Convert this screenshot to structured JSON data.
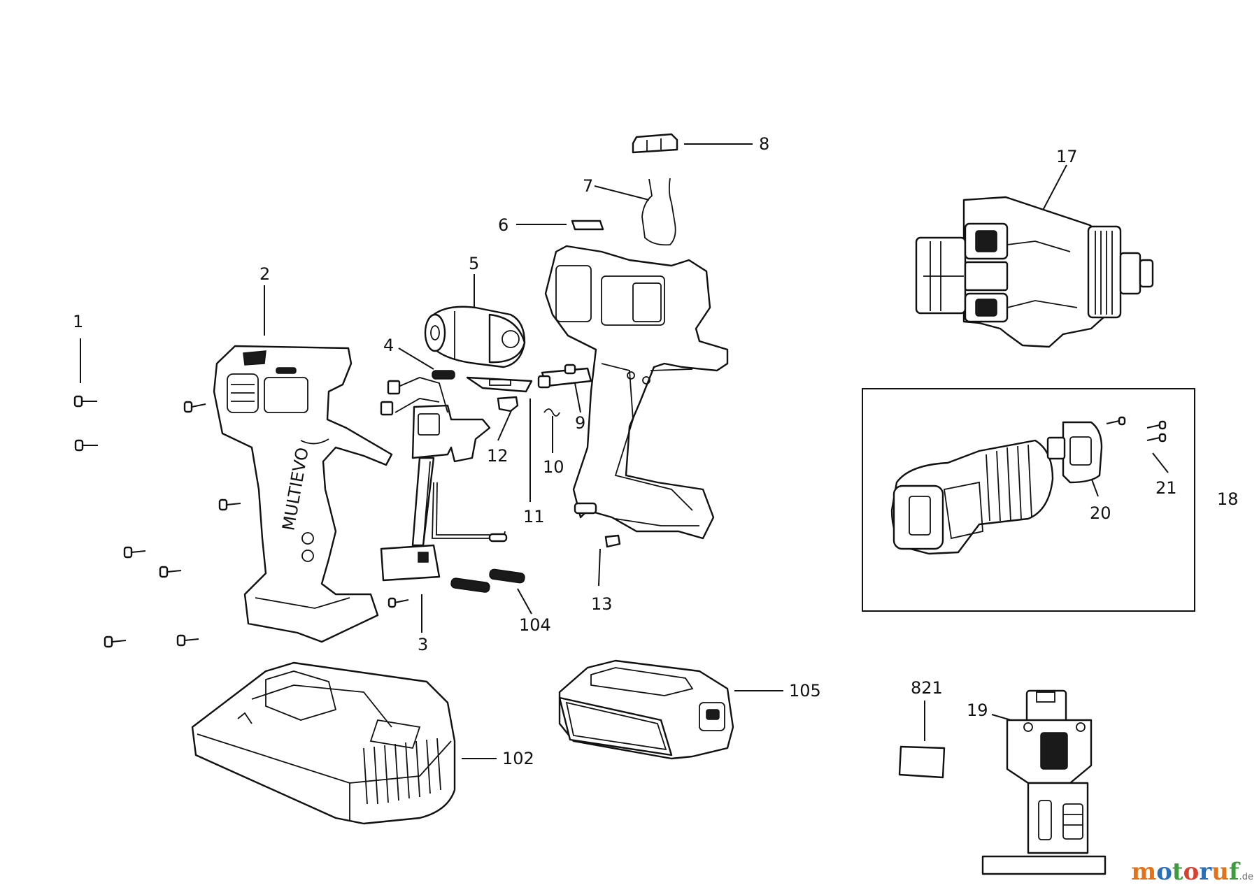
{
  "labels": {
    "p1": "1",
    "p2": "2",
    "p3": "3",
    "p4": "4",
    "p5": "5",
    "p6": "6",
    "p7": "7",
    "p8": "8",
    "p9": "9",
    "p10": "10",
    "p11": "11",
    "p12": "12",
    "p13": "13",
    "p17": "17",
    "p18": "18",
    "p19": "19",
    "p20": "20",
    "p21": "21",
    "p102": "102",
    "p104": "104",
    "p105": "105",
    "p821": "821"
  },
  "housing_text": "MULTIEVO",
  "watermark": {
    "brand": "motoruf",
    "tld": ".de"
  }
}
